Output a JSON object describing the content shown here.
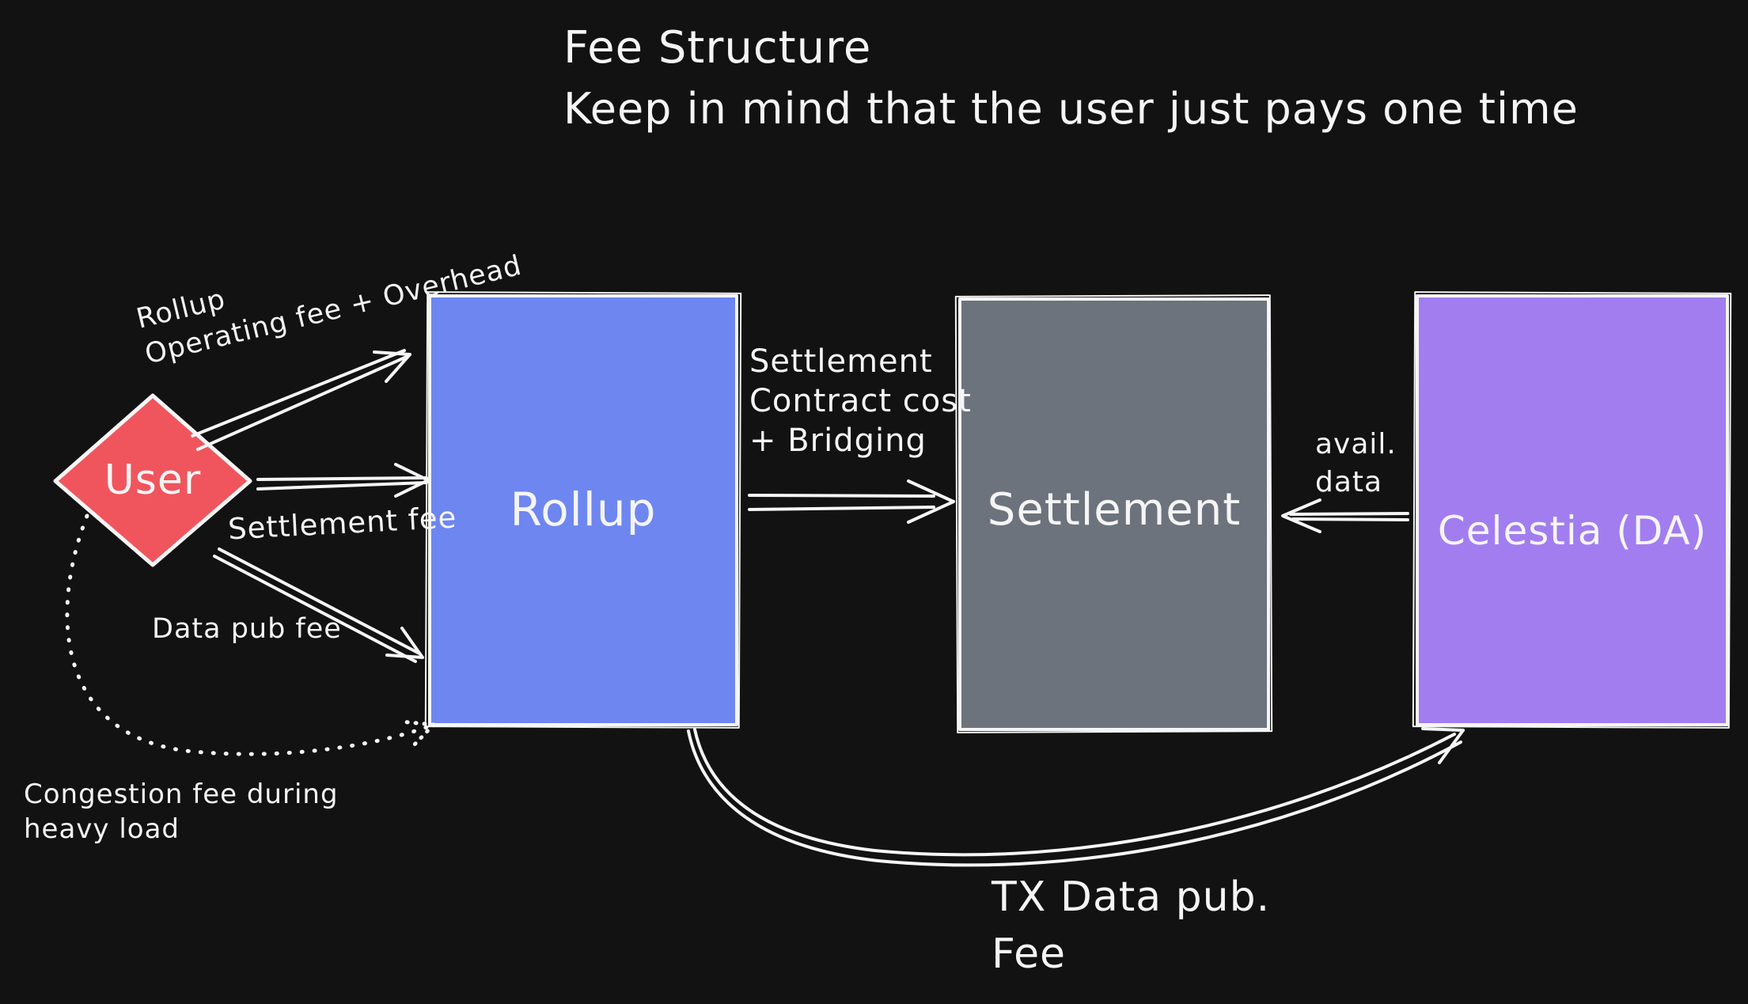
{
  "title": {
    "line1": "Fee Structure",
    "line2": "Keep in mind that the user just pays one time"
  },
  "nodes": {
    "user": {
      "label": "User",
      "fill": "#f0555d"
    },
    "rollup": {
      "label": "Rollup",
      "fill": "#6e86f0"
    },
    "settlement": {
      "label": "Settlement",
      "fill": "#6d737d"
    },
    "celestia": {
      "label": "Celestia (DA)",
      "fill": "#a27df0"
    }
  },
  "edges": {
    "rollup_operating_fee": {
      "line1": "Rollup",
      "line2": "Operating fee + Overhead"
    },
    "settlement_fee": {
      "label": "Settlement fee"
    },
    "data_pub_fee": {
      "label": "Data pub fee"
    },
    "congestion_fee": {
      "line1": "Congestion fee during",
      "line2": "heavy load"
    },
    "settlement_contract": {
      "line1": "Settlement",
      "line2": "Contract cost",
      "line3": "+ Bridging"
    },
    "avail_data": {
      "line1": "avail.",
      "line2": "data"
    },
    "tx_data_pub": {
      "line1": "TX Data pub.",
      "line2": "Fee"
    }
  },
  "colors": {
    "background": "#121212",
    "stroke": "#f5f5f5",
    "text": "#f5f5f5"
  }
}
